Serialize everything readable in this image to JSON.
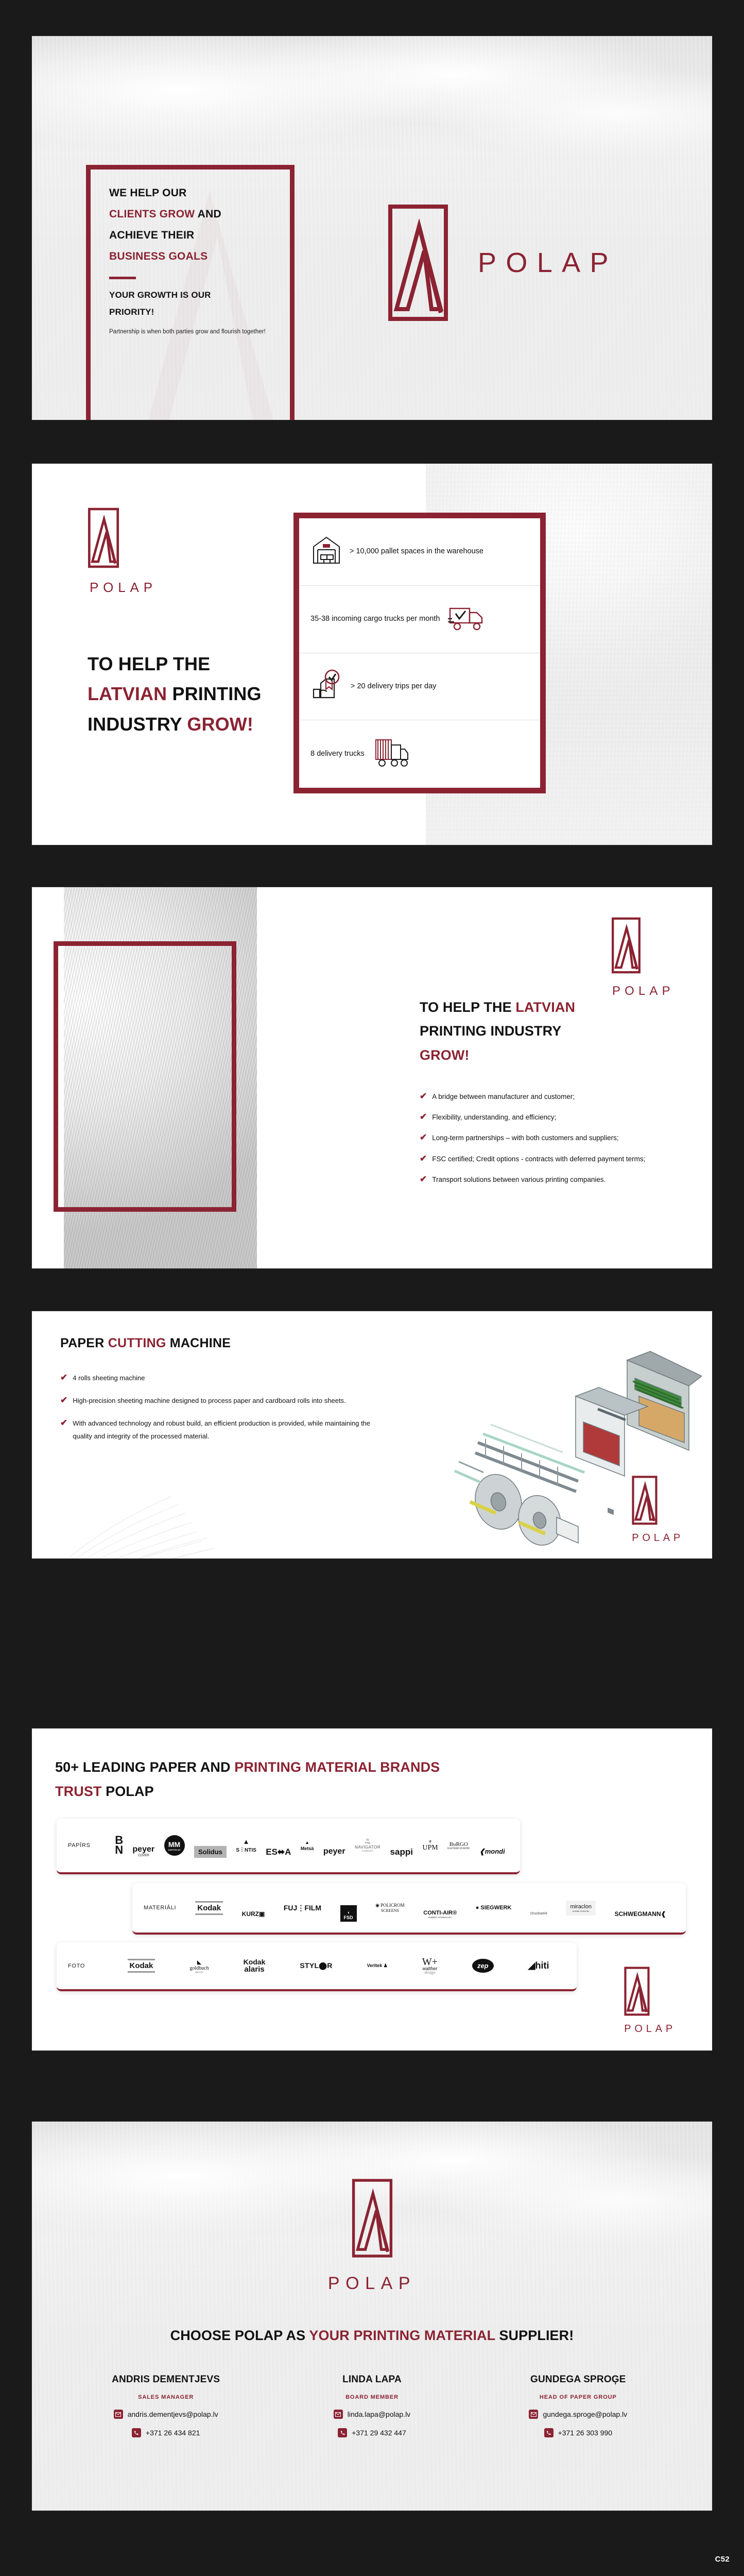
{
  "deck": {
    "brand_name": "POLAP",
    "accent_color": "#8B2332",
    "background_color": "#1a1a1a",
    "watermark": "C52"
  },
  "slide1": {
    "quote_lines": [
      {
        "pre": "WE HELP OUR",
        "red": "",
        "post": ""
      },
      {
        "pre": "",
        "red": "CLIENTS GROW",
        "post": " AND"
      },
      {
        "pre": "ACHIEVE THEIR",
        "red": "",
        "post": ""
      },
      {
        "pre": "",
        "red": "BUSINESS GOALS",
        "post": ""
      }
    ],
    "sub_line1": "YOUR GROWTH IS OUR",
    "sub_line2": "PRIORITY!",
    "note": "Partnership is when both parties grow and flourish together!",
    "wordmark": "POLAP"
  },
  "slide2": {
    "wordmark": "POLAP",
    "headline": {
      "line1": "TO HELP THE",
      "line2_red": "LATVIAN",
      "line2_rest": " PRINTING",
      "line3_rest": "INDUSTRY ",
      "line3_red": "GROW!"
    },
    "stats": [
      {
        "icon": "warehouse-icon",
        "text": "> 10,000 pallet spaces in the warehouse",
        "icon_side": "left"
      },
      {
        "icon": "cargo-truck-check-icon",
        "text": "35-38 incoming cargo trucks per month",
        "icon_side": "right"
      },
      {
        "icon": "delivery-check-icon",
        "text": "> 20 delivery trips per day",
        "icon_side": "left"
      },
      {
        "icon": "trucks-fleet-icon",
        "text": "8 delivery trucks",
        "icon_side": "right"
      }
    ]
  },
  "slide3": {
    "wordmark": "POLAP",
    "headline": {
      "line1": "TO HELP THE ",
      "line1_red": "LATVIAN",
      "line2": "PRINTING INDUSTRY",
      "line3_red": "GROW!"
    },
    "bullets": [
      "A bridge between manufacturer and customer;",
      "Flexibility, understanding, and efficiency;",
      "Long-term partnerships – with both customers and suppliers;",
      "FSC certified; Credit options - contracts with deferred payment terms;",
      "Transport solutions between various printing companies."
    ]
  },
  "slide4": {
    "title": {
      "pre": "PAPER ",
      "red": "CUTTING",
      "post": " MACHINE"
    },
    "bullets": [
      "4 rolls sheeting machine",
      "High-precision sheeting machine designed to process paper and cardboard rolls into sheets.",
      "With advanced technology and robust build, an efficient production is provided, while maintaining the quality and integrity of the processed material."
    ],
    "wordmark": "POLAP"
  },
  "slide5": {
    "title": {
      "pre": "50+ LEADING PAPER AND ",
      "red": "PRINTING MATERIAL BRANDS",
      "mid_red": "TRUST",
      "post": " POLAP"
    },
    "rows": [
      {
        "label": "PAPĪRS",
        "logos": [
          "BN international",
          "peyer COVER",
          "MM KARTON AG",
          "Solidus",
          "SANTIS",
          "ESKA",
          "Metsä",
          "peyer",
          "THE NAVIGATOR COMPANY",
          "sappi",
          "UPM",
          "BURGO EASTERN EUROPE",
          "mondi"
        ]
      },
      {
        "label": "MATERIĀLI",
        "logos": [
          "Kodak",
          "KURZ",
          "FUJIFILM",
          "FSD",
          "POLICROM SCREENS",
          "CONTI-AIR",
          "SIEGWERK",
          "Druckwerk",
          "miraclon",
          "SCHWEGMANN"
        ]
      },
      {
        "label": "FOTO",
        "logos": [
          "Kodak",
          "goldbuch",
          "Kodak alaris",
          "STYLER",
          "Veritek",
          "walther design",
          "zep",
          "hiti"
        ]
      }
    ],
    "wordmark": "POLAP"
  },
  "slide6": {
    "wordmark": "POLAP",
    "cta": {
      "pre": "CHOOSE POLAP AS ",
      "red": "YOUR PRINTING MATERIAL",
      "post": " SUPPLIER!"
    },
    "contacts": [
      {
        "name": "ANDRIS DEMENTJEVS",
        "role": "SALES MANAGER",
        "email": "andris.dementjevs@polap.lv",
        "phone": "+371 26 434 821"
      },
      {
        "name": "LINDA LAPA",
        "role": "BOARD MEMBER",
        "email": "linda.lapa@polap.lv",
        "phone": "+371 29 432 447"
      },
      {
        "name": "GUNDEGA SPROĢE",
        "role": "HEAD OF PAPER GROUP",
        "email": "gundega.sproge@polap.lv",
        "phone": "+371 26 303 990"
      }
    ]
  }
}
